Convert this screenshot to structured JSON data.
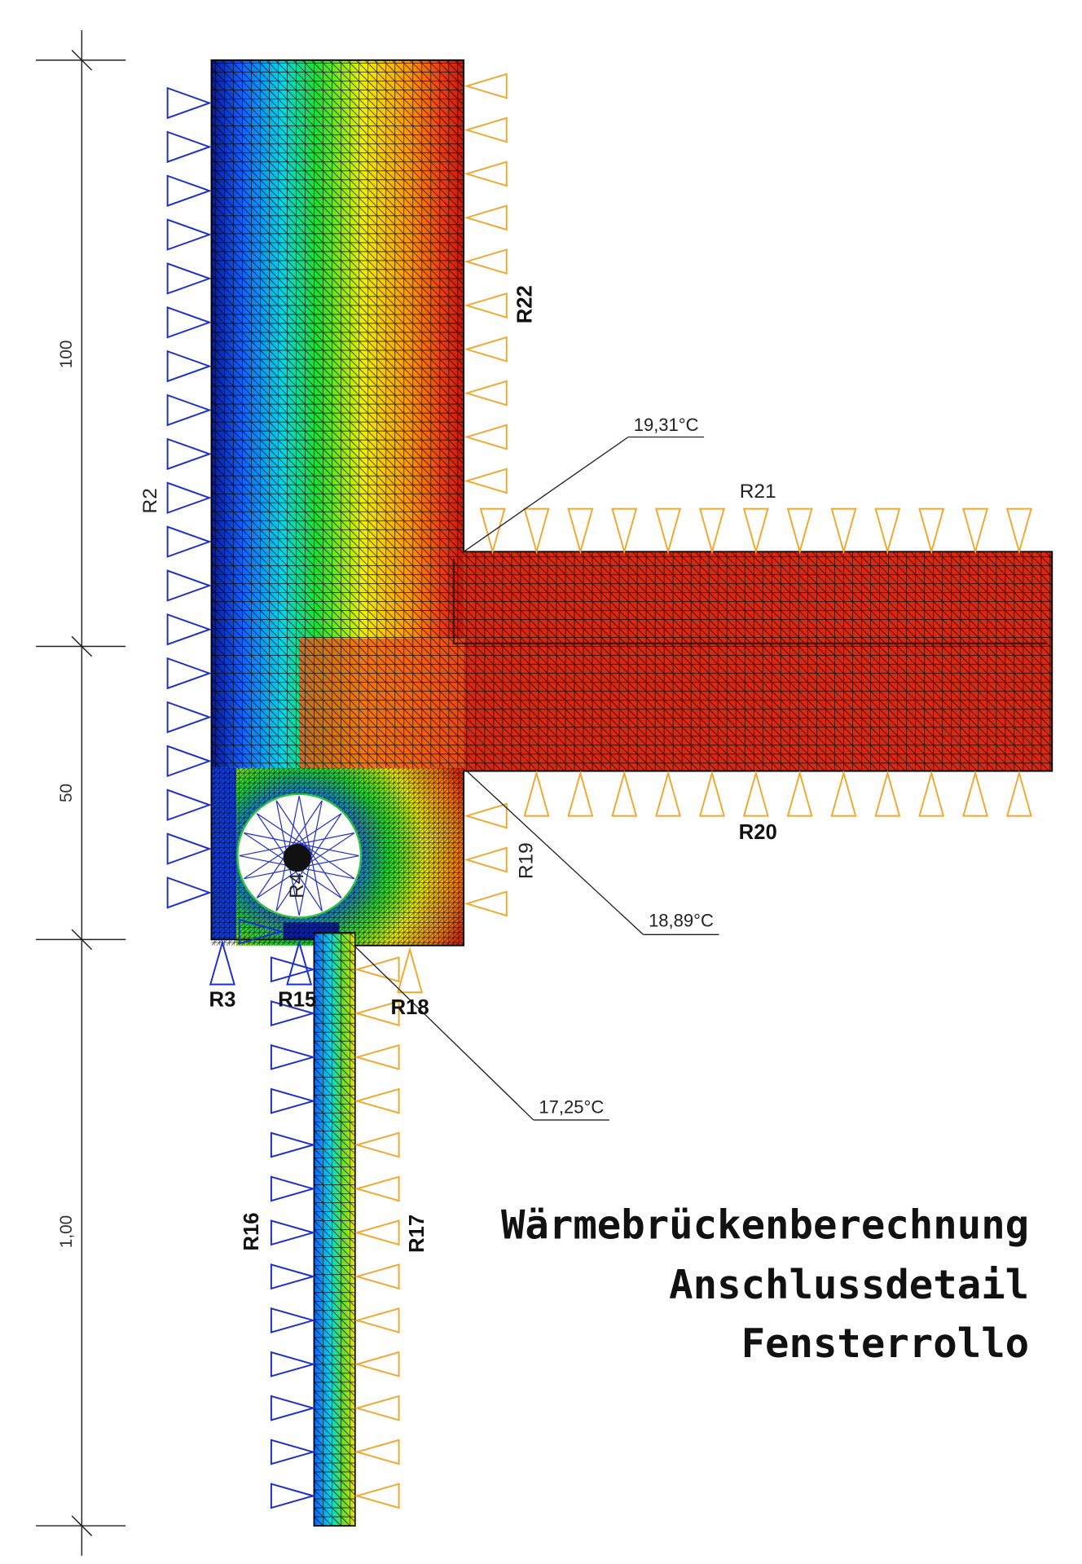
{
  "title": {
    "lines": [
      "Wärmebrückenberechnung",
      "Anschlussdetail",
      "Fensterrollo"
    ]
  },
  "dimensions": {
    "upper": "100",
    "middle": "50",
    "lower": "1,00"
  },
  "labels": {
    "r2": "R2",
    "r3": "R3",
    "r4": "R4",
    "r15": "R15",
    "r16": "R16",
    "r17": "R17",
    "r18": "R18",
    "r19": "R19",
    "r20": "R20",
    "r21": "R21",
    "r22": "R22"
  },
  "temperatures": {
    "corner_top": "19,31°C",
    "corner_bottom": "18,89°C",
    "window": "17,25°C"
  },
  "colors": {
    "cold": "#1a2fd0",
    "warm": "#f0a830",
    "scale": [
      "#08189a",
      "#1060ff",
      "#00d8e8",
      "#20e030",
      "#f0f000",
      "#ff9a00",
      "#ec3a10",
      "#c81808"
    ]
  }
}
